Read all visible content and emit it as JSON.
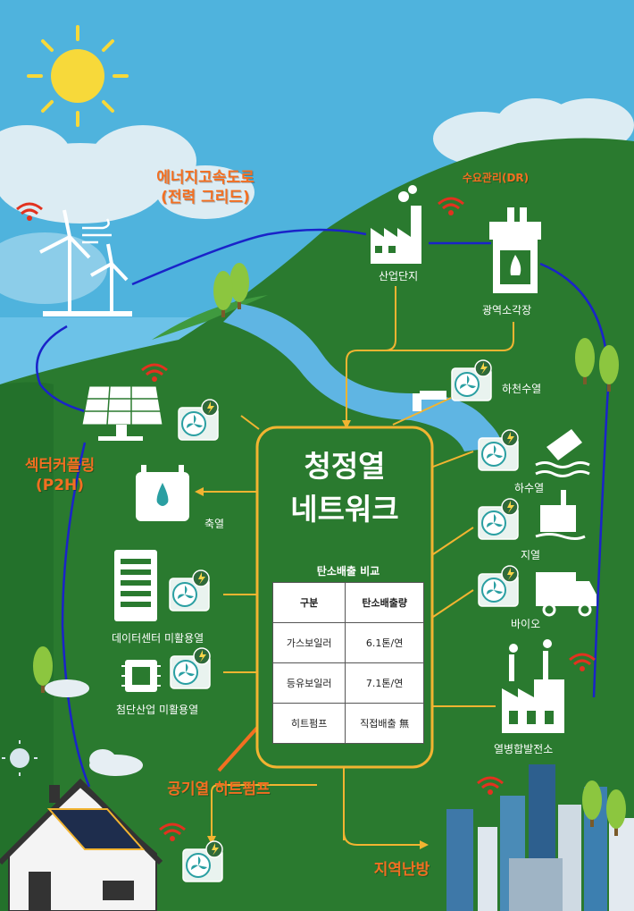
{
  "hub": {
    "title_line1": "청정열",
    "title_line2": "네트워크"
  },
  "comparison": {
    "title": "탄소배출 비교",
    "headers": [
      "구분",
      "탄소배출량"
    ],
    "rows": [
      [
        "가스보일러",
        "6.1톤/연"
      ],
      [
        "등유보일러",
        "7.1톤/연"
      ],
      [
        "히트펌프",
        "직접배출 無"
      ]
    ]
  },
  "callouts": {
    "energy_highway_line1": "에너지고속도로",
    "energy_highway_line2": "(전력 그리드)",
    "sector_coupling_line1": "섹터커플링",
    "sector_coupling_line2": "(P2H)",
    "air_heat_pump": "공기열 히트펌프",
    "district_heating": "지역난방",
    "demand_management": "수요관리(DR)"
  },
  "nodes": {
    "industrial_complex": "산업단지",
    "incinerator": "광역소각장",
    "river_heat": "하천수열",
    "sewage_heat": "하수열",
    "geothermal": "지열",
    "bio": "바이오",
    "chp_plant": "열병합발전소",
    "heat_storage": "축열",
    "data_center": "데이터센터 미활용열",
    "advanced_industry": "첨단산업 미활용열"
  },
  "colors": {
    "sky": "#4fb3dd",
    "hill": "#2a7a2f",
    "hill_dark": "#1f6a2a",
    "river": "#5fb5e3",
    "flow_line": "#f2b431",
    "grid_line": "#1a23c9",
    "accent_orange": "#f36f21",
    "wifi_red": "#e2321f"
  }
}
